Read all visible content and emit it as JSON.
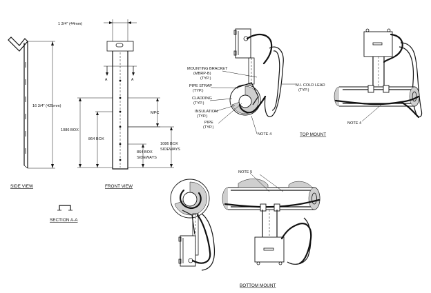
{
  "dimensions": {
    "width_label": "1 3/4\" (44mm)",
    "height_label": "16 3/4\" (425mm)",
    "box_1086": "1086 BOX",
    "box_864": "864 BOX",
    "mpc": "MPC",
    "box_864_sideways_1": "864 BOX",
    "box_864_sideways_2": "SIDEWAYS",
    "box_1086_sideways_1": "1086 BOX",
    "box_1086_sideways_2": "SIDEWAYS",
    "section_marker": "A"
  },
  "views": {
    "side": "SIDE VIEW",
    "front": "FRONT VIEW",
    "section": "SECTION A-A",
    "top_mount": "TOP MOUNT",
    "bottom_mount": "BOTTOM MOUNT"
  },
  "callouts": {
    "mounting_bracket_1": "MOUNTING BRACKET",
    "mounting_bracket_2": "(MBRP-B)",
    "mounting_bracket_3": "(TYP.)",
    "pipe_strap_1": "PIPE STRAP",
    "pipe_strap_2": "(TYP.)",
    "cladding_1": "CLADDING",
    "cladding_2": "(TYP.)",
    "insulation_1": "INSULATION",
    "insulation_2": "(TYP.)",
    "pipe_1": "PIPE",
    "pipe_2": "(TYP.)",
    "cold_lead_1": "M.I. COLD LEAD",
    "cold_lead_2": "(TYP.)",
    "note4_a": "NOTE 4",
    "note4_b": "NOTE 4",
    "note5": "NOTE 5"
  }
}
